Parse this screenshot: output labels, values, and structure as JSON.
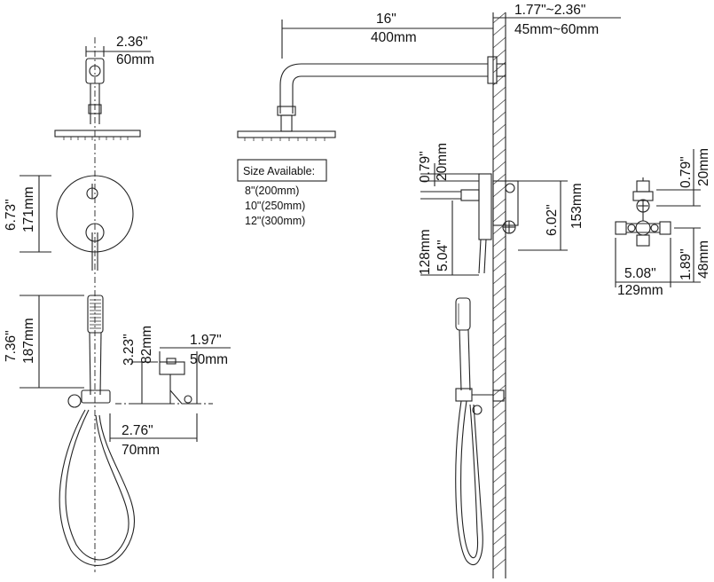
{
  "top_view": {
    "escutcheon_width": {
      "inch": "2.36\"",
      "mm": "60mm"
    }
  },
  "side_view": {
    "arm_length": {
      "inch": "16\"",
      "mm": "400mm"
    },
    "wall_depth": {
      "inch": "1.77\"~2.36\"",
      "mm": "45mm~60mm"
    },
    "size_available": {
      "title": "Size Available:",
      "options": [
        "8\"(200mm)",
        "10\"(250mm)",
        "12\"(300mm)"
      ]
    },
    "valve_top_offset": {
      "inch": "0.79\"",
      "mm": "20mm"
    },
    "valve_height": {
      "inch": "6.02\"",
      "mm": "153mm"
    },
    "handle_drop": {
      "inch": "5.04\"",
      "mm": "128mm"
    }
  },
  "front_view": {
    "plate_diameter": {
      "inch": "6.73\"",
      "mm": "171mm"
    },
    "handheld_length": {
      "inch": "7.36\"",
      "mm": "187mm"
    },
    "holder_height": {
      "inch": "3.23\"",
      "mm": "82mm"
    },
    "holder_depth": {
      "inch": "1.97\"",
      "mm": "50mm"
    },
    "holder_width": {
      "inch": "2.76\"",
      "mm": "70mm"
    }
  },
  "valve_view": {
    "top_offset": {
      "inch": "0.79\"",
      "mm": "20mm"
    },
    "width": {
      "inch": "5.08\"",
      "mm": "129mm"
    },
    "bottom_offset": {
      "inch": "1.89\"",
      "mm": "48mm"
    }
  }
}
